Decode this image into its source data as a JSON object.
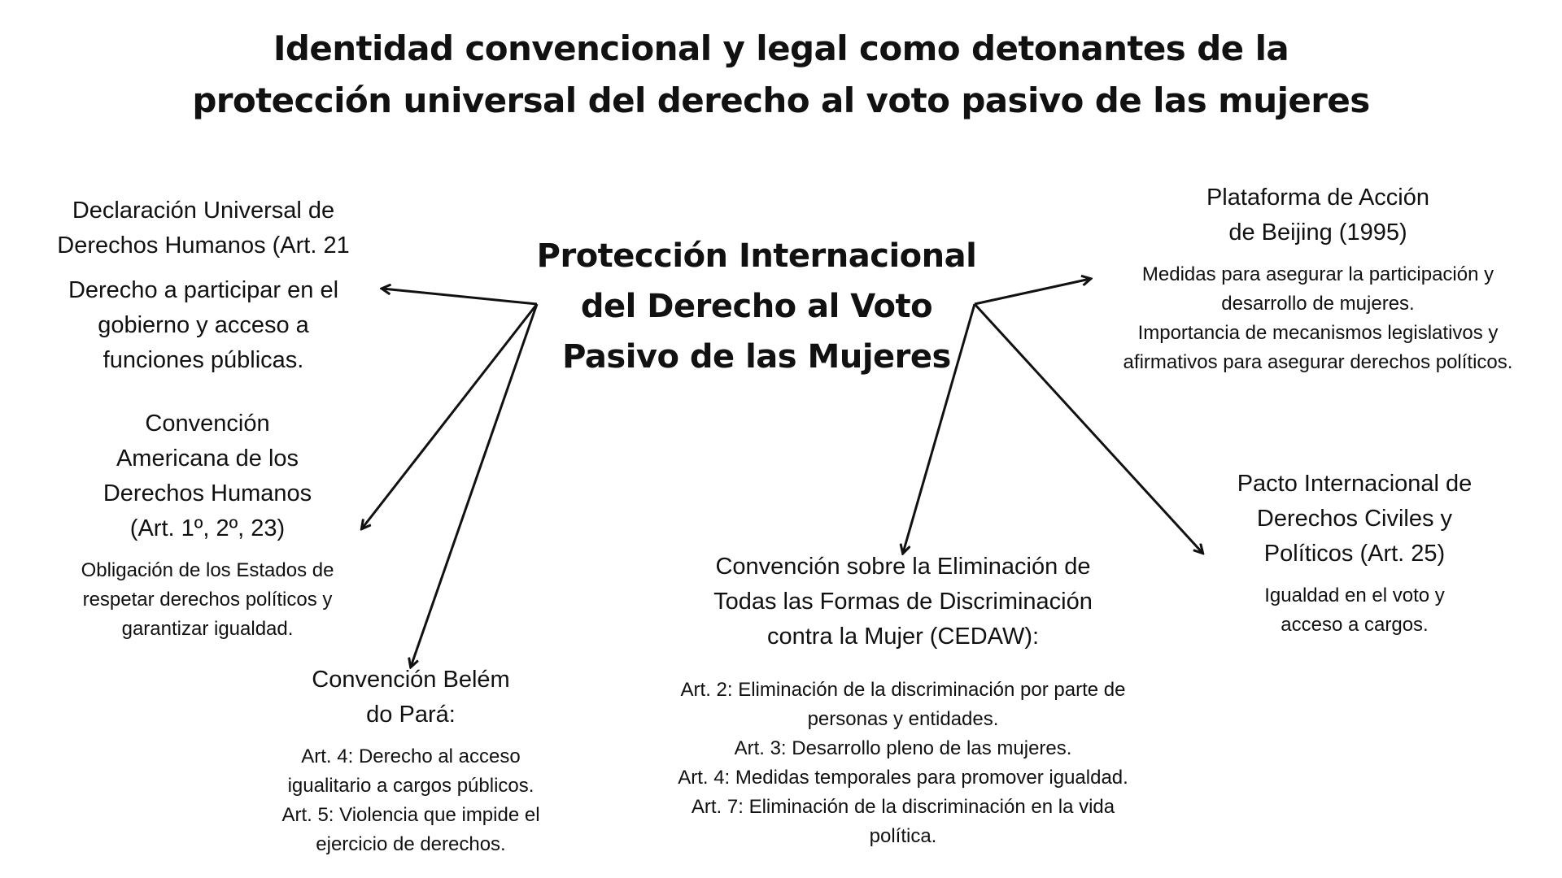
{
  "title": {
    "line1": "Identidad convencional y legal como detonantes de la",
    "line2": "protección universal del derecho al voto pasivo de las mujeres"
  },
  "center": {
    "line1": "Protección Internacional",
    "line2": "del Derecho al Voto",
    "line3": "Pasivo de las Mujeres"
  },
  "nodes": {
    "dudh": {
      "heading": [
        "Declaración Universal de",
        "Derechos Humanos (Art. 21"
      ],
      "body": [
        "Derecho a participar en el",
        "gobierno y acceso a",
        "funciones públicas."
      ]
    },
    "cadh": {
      "heading": [
        "Convención",
        "Americana de los",
        "Derechos Humanos",
        "(Art. 1º, 2º, 23)"
      ],
      "body": [
        "Obligación de los Estados de",
        "respetar derechos políticos y",
        "garantizar igualdad."
      ]
    },
    "belem": {
      "heading": [
        "Convención Belém",
        "do Pará:"
      ],
      "body": [
        "Art. 4: Derecho al acceso",
        "igualitario a cargos públicos.",
        "Art. 5: Violencia que impide el",
        "ejercicio de derechos."
      ]
    },
    "cedaw": {
      "heading": [
        "Convención sobre la Eliminación de",
        "Todas las Formas de Discriminación",
        "contra la Mujer (CEDAW):"
      ],
      "body": [
        "Art. 2: Eliminación de la discriminación por parte de",
        "personas y entidades.",
        "Art. 3: Desarrollo pleno de las mujeres.",
        "Art. 4: Medidas temporales para promover igualdad.",
        "Art. 7: Eliminación de la discriminación en la vida",
        "política."
      ]
    },
    "beijing": {
      "heading": [
        "Plataforma de Acción",
        "de Beijing (1995)"
      ],
      "body": [
        "Medidas para asegurar la participación y",
        "desarrollo de mujeres.",
        "Importancia de mecanismos legislativos y",
        "afirmativos para asegurar derechos políticos."
      ]
    },
    "pidcp": {
      "heading": [
        "Pacto Internacional de",
        "Derechos Civiles y",
        "Políticos (Art. 25)"
      ],
      "body": [
        "Igualdad en el voto y",
        "acceso a cargos."
      ]
    }
  },
  "colors": {
    "background": "#ffffff",
    "text": "#111111",
    "arrow": "#111111"
  }
}
